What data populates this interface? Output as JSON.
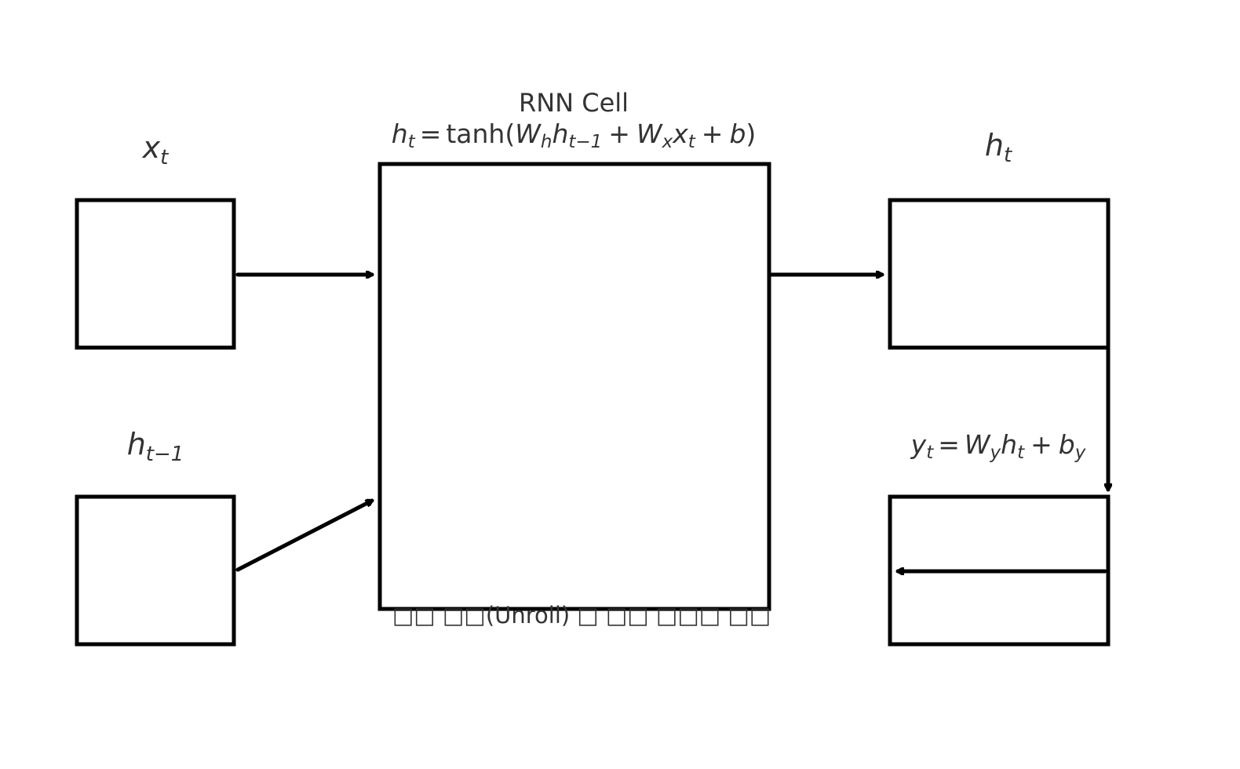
{
  "cell": {
    "title": "RNN Cell",
    "formula": {
      "lhs": "h",
      "lhs_sub": "t",
      "eq": "=",
      "fn": "tanh(",
      "w1": "W",
      "w1_sub": "h",
      "v1": "h",
      "v1_sub": "t−1",
      "plus1": "+",
      "w2": "W",
      "w2_sub": "x",
      "v2": "x",
      "v2_sub": "t",
      "plus2": "+",
      "b": "b",
      "close": ")"
    }
  },
  "input": {
    "var": "x",
    "sub": "t"
  },
  "prev_hidden": {
    "var": "h",
    "sub": "t−1"
  },
  "hidden": {
    "var": "h",
    "sub": "t"
  },
  "output": {
    "lhs": "y",
    "lhs_sub": "t",
    "eq": "=",
    "w": "W",
    "w_sub": "y",
    "v": "h",
    "v_sub": "t",
    "plus": "+",
    "b": "b",
    "b_sub": "y"
  },
  "caption": "□□ □□(Unroll) □ □□ □□□ □□",
  "colors": {
    "stroke": "#000000",
    "text": "#333333"
  }
}
